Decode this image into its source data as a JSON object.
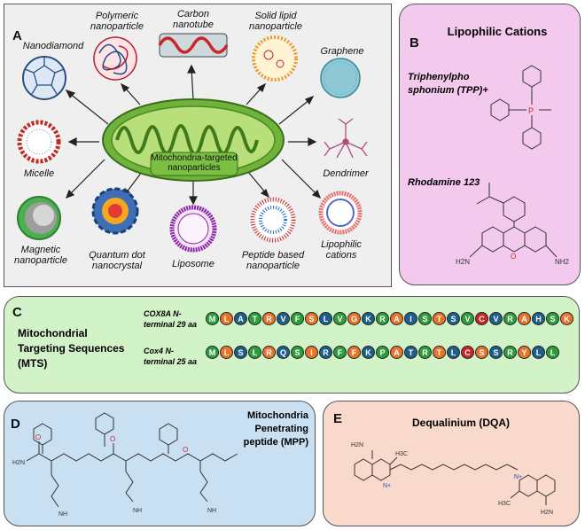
{
  "panelA": {
    "letter": "A",
    "center_label": "Mitochondria-targeted nanoparticles",
    "items": {
      "nanodiamond": "Nanodiamond",
      "polymeric": "Polymeric nanoparticle",
      "carbon": "Carbon nanotube",
      "solid_lipid": "Solid lipid nanoparticle",
      "graphene": "Graphene",
      "micelle": "Micelle",
      "dendrimer": "Dendrimer",
      "magnetic": "Magnetic nanoparticle",
      "quantum": "Quantum dot nanocrystal",
      "liposome": "Liposome",
      "peptide": "Peptide based nanoparticle",
      "lipophilic": "Lipophilic cations"
    }
  },
  "panelB": {
    "letter": "B",
    "title": "Lipophilic Cations",
    "tpp_label": "Triphenylpho sphonium (TPP)+",
    "rhodamine_label": "Rhodamine 123",
    "p_atom": "P",
    "o_atom": "O",
    "nh2_left": "H2N",
    "nh2_right": "NH2"
  },
  "panelC": {
    "letter": "C",
    "title": "Mitochondrial Targeting Sequences (MTS)",
    "seq1_name": "COX8A N-terminal 29 aa",
    "seq2_name": "Cox4 N-terminal 25 aa",
    "seq1": [
      "M",
      "L",
      "A",
      "T",
      "R",
      "V",
      "F",
      "S",
      "L",
      "V",
      "G",
      "K",
      "R",
      "A",
      "I",
      "S",
      "T",
      "S",
      "V",
      "C",
      "V",
      "R",
      "A",
      "H",
      "S",
      "K"
    ],
    "seq2": [
      "M",
      "L",
      "S",
      "L",
      "R",
      "Q",
      "S",
      "I",
      "R",
      "F",
      "F",
      "K",
      "P",
      "A",
      "T",
      "R",
      "T",
      "L",
      "C",
      "S",
      "S",
      "R",
      "Y",
      "L",
      "L"
    ],
    "colors": {
      "green": "#2e9e3a",
      "orange": "#e8742a",
      "blue": "#1f5e8c",
      "red": "#c62828"
    }
  },
  "panelD": {
    "letter": "D",
    "title": "Mitochondria Penetrating peptide (MPP)",
    "nh2": "H2N",
    "nh": "NH",
    "o": "O"
  },
  "panelE": {
    "letter": "E",
    "title": "Dequalinium (DQA)",
    "nh2": "H2N",
    "ch3": "H3C",
    "n_plus": "N+"
  }
}
